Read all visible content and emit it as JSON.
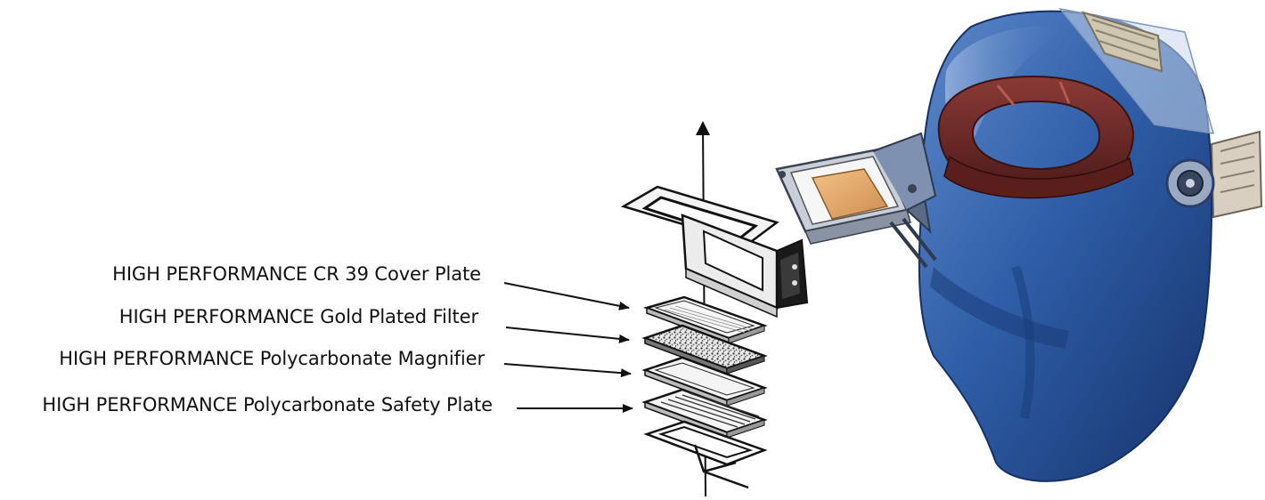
{
  "diagram": {
    "labels": [
      "HIGH PERFORMANCE CR 39 Cover Plate",
      "HIGH PERFORMANCE Gold Plated Filter",
      "HIGH PERFORMANCE Polycarbonate Magnifier",
      "HIGH PERFORMANCE Polycarbonate Safety Plate"
    ]
  },
  "colors": {
    "shell_blue": "#2f5ea8",
    "shell_dark": "#1c3c78",
    "headband_brown": "#6b2a28",
    "filter_gold": "#e0a060",
    "line_black": "#111111"
  },
  "icons": {
    "leader_arrows": "arrow-right",
    "axis_arrow": "arrow-up"
  }
}
